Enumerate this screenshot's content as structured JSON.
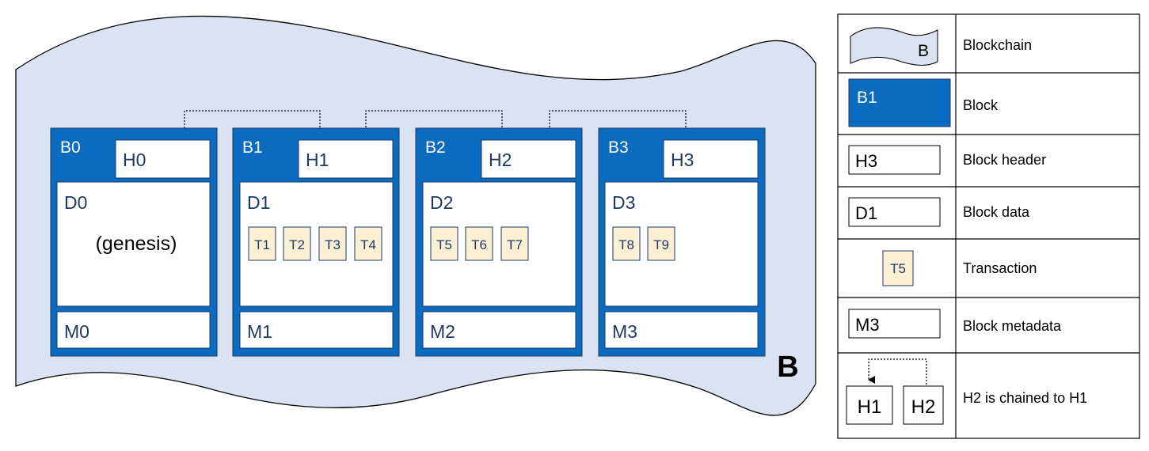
{
  "colors": {
    "chain_fill": "#dae3f1",
    "block_blue": "#0a6bbf",
    "txn_fill": "#fcf0d4",
    "dark_text": "#1f3864"
  },
  "diagram": {
    "chain_label": "B",
    "blocks": [
      {
        "id": "B0",
        "header": "H0",
        "data": "D0",
        "metadata": "M0",
        "note": "(genesis)",
        "transactions": []
      },
      {
        "id": "B1",
        "header": "H1",
        "data": "D1",
        "metadata": "M1",
        "transactions": [
          "T1",
          "T2",
          "T3",
          "T4"
        ]
      },
      {
        "id": "B2",
        "header": "H2",
        "data": "D2",
        "metadata": "M2",
        "transactions": [
          "T5",
          "T6",
          "T7"
        ]
      },
      {
        "id": "B3",
        "header": "H3",
        "data": "D3",
        "metadata": "M3",
        "transactions": [
          "T8",
          "T9"
        ]
      }
    ]
  },
  "legend": {
    "rows": [
      {
        "key": "blockchain",
        "symbol": "B",
        "label": "Blockchain"
      },
      {
        "key": "block",
        "symbol": "B1",
        "label": "Block"
      },
      {
        "key": "header",
        "symbol": "H3",
        "label": "Block header"
      },
      {
        "key": "data",
        "symbol": "D1",
        "label": "Block data"
      },
      {
        "key": "transaction",
        "symbol": "T5",
        "label": "Transaction"
      },
      {
        "key": "metadata",
        "symbol": "M3",
        "label": "Block metadata"
      },
      {
        "key": "chained",
        "symbol": "H1",
        "symbol2": "H2",
        "label": "H2 is chained to H1"
      }
    ]
  }
}
